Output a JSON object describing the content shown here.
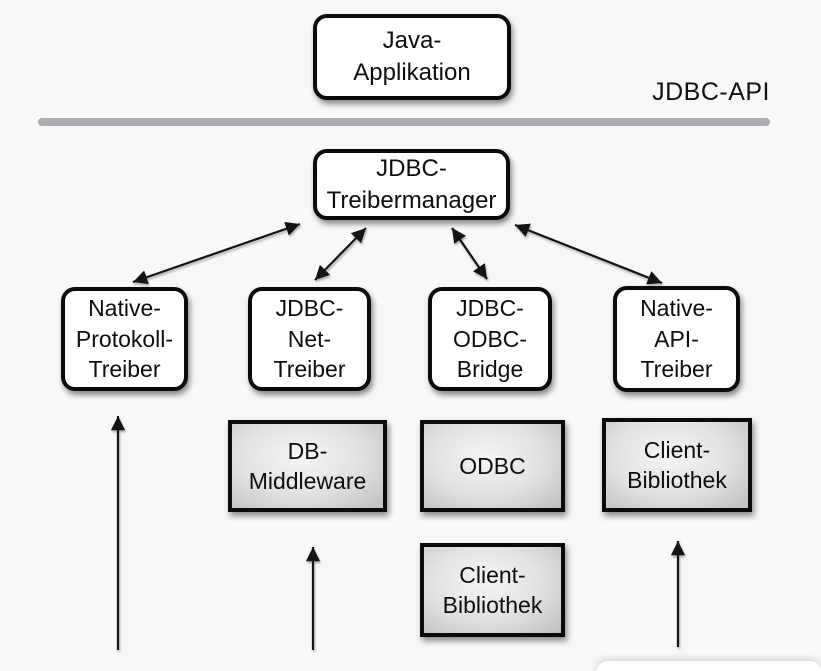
{
  "diagram": {
    "api_divider_label": "JDBC-API",
    "labels": {
      "java_application": "Java-\nApplikation",
      "jdbc_treibermanager": "JDBC-\nTreibermanager",
      "native_protokoll_treiber": "Native-\nProtokoll-\nTreiber",
      "jdbc_net_treiber": "JDBC-\nNet-\nTreiber",
      "jdbc_odbc_bridge": "JDBC-\nODBC-\nBridge",
      "native_api_treiber": "Native-\nAPI-\nTreiber",
      "db_middleware": "DB-\nMiddleware",
      "odbc": "ODBC",
      "client_bibliothek_under_odbc": "Client-\nBibliothek",
      "client_bibliothek_native_api": "Client-\nBibliothek"
    },
    "connections": [
      "jdbc_treibermanager <-> native_protokoll_treiber",
      "jdbc_treibermanager <-> jdbc_net_treiber",
      "jdbc_treibermanager <-> jdbc_odbc_bridge",
      "jdbc_treibermanager <-> native_api_treiber",
      "bottom -> native_protokoll_treiber",
      "bottom -> db_middleware",
      "bottom -> client_bibliothek_native_api"
    ],
    "colors": {
      "background": "#f8f8f8",
      "divider_line": "#acacb0",
      "box_border": "#0b0b0b",
      "white_box_fill": "#ffffff",
      "gray_box_fill_light": "#f5f5f5",
      "gray_box_fill_dark": "#c0c0c2",
      "arrow": "#141414"
    }
  }
}
